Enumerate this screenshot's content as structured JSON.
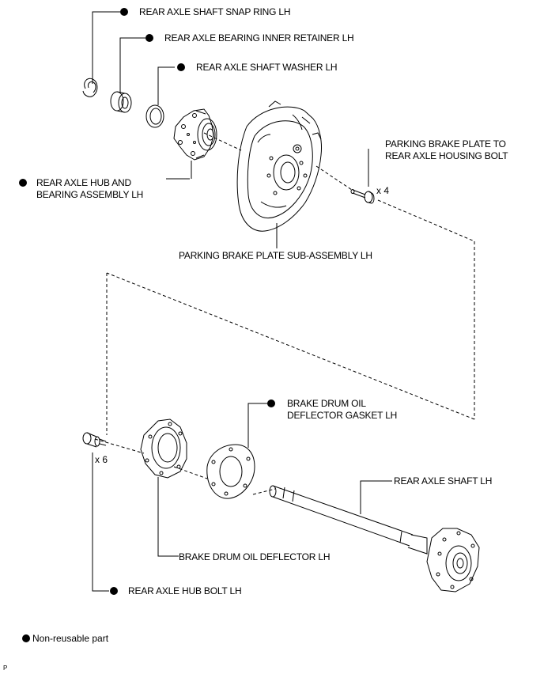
{
  "labels": {
    "snap_ring": "REAR AXLE SHAFT SNAP RING LH",
    "inner_retainer": "REAR AXLE BEARING INNER RETAINER LH",
    "washer": "REAR AXLE SHAFT WASHER LH",
    "hub_bearing_line1": "REAR AXLE HUB AND",
    "hub_bearing_line2": "BEARING ASSEMBLY LH",
    "plate_bolt_line1": "PARKING BRAKE PLATE TO",
    "plate_bolt_line2": "REAR AXLE HOUSING BOLT",
    "plate_bolt_qty": "x 4",
    "brake_plate": "PARKING BRAKE PLATE SUB-ASSEMBLY LH",
    "gasket_line1": "BRAKE DRUM OIL",
    "gasket_line2": "DEFLECTOR GASKET LH",
    "axle_shaft": "REAR AXLE SHAFT LH",
    "deflector": "BRAKE DRUM OIL DEFLECTOR LH",
    "hub_bolt": "REAR AXLE HUB BOLT LH",
    "hub_bolt_qty": "x 6"
  },
  "legend": {
    "text": "Non-reusable part",
    "symbol": "filled-circle-icon"
  },
  "corner_mark": "P",
  "colors": {
    "line": "#000000",
    "background": "#ffffff"
  }
}
